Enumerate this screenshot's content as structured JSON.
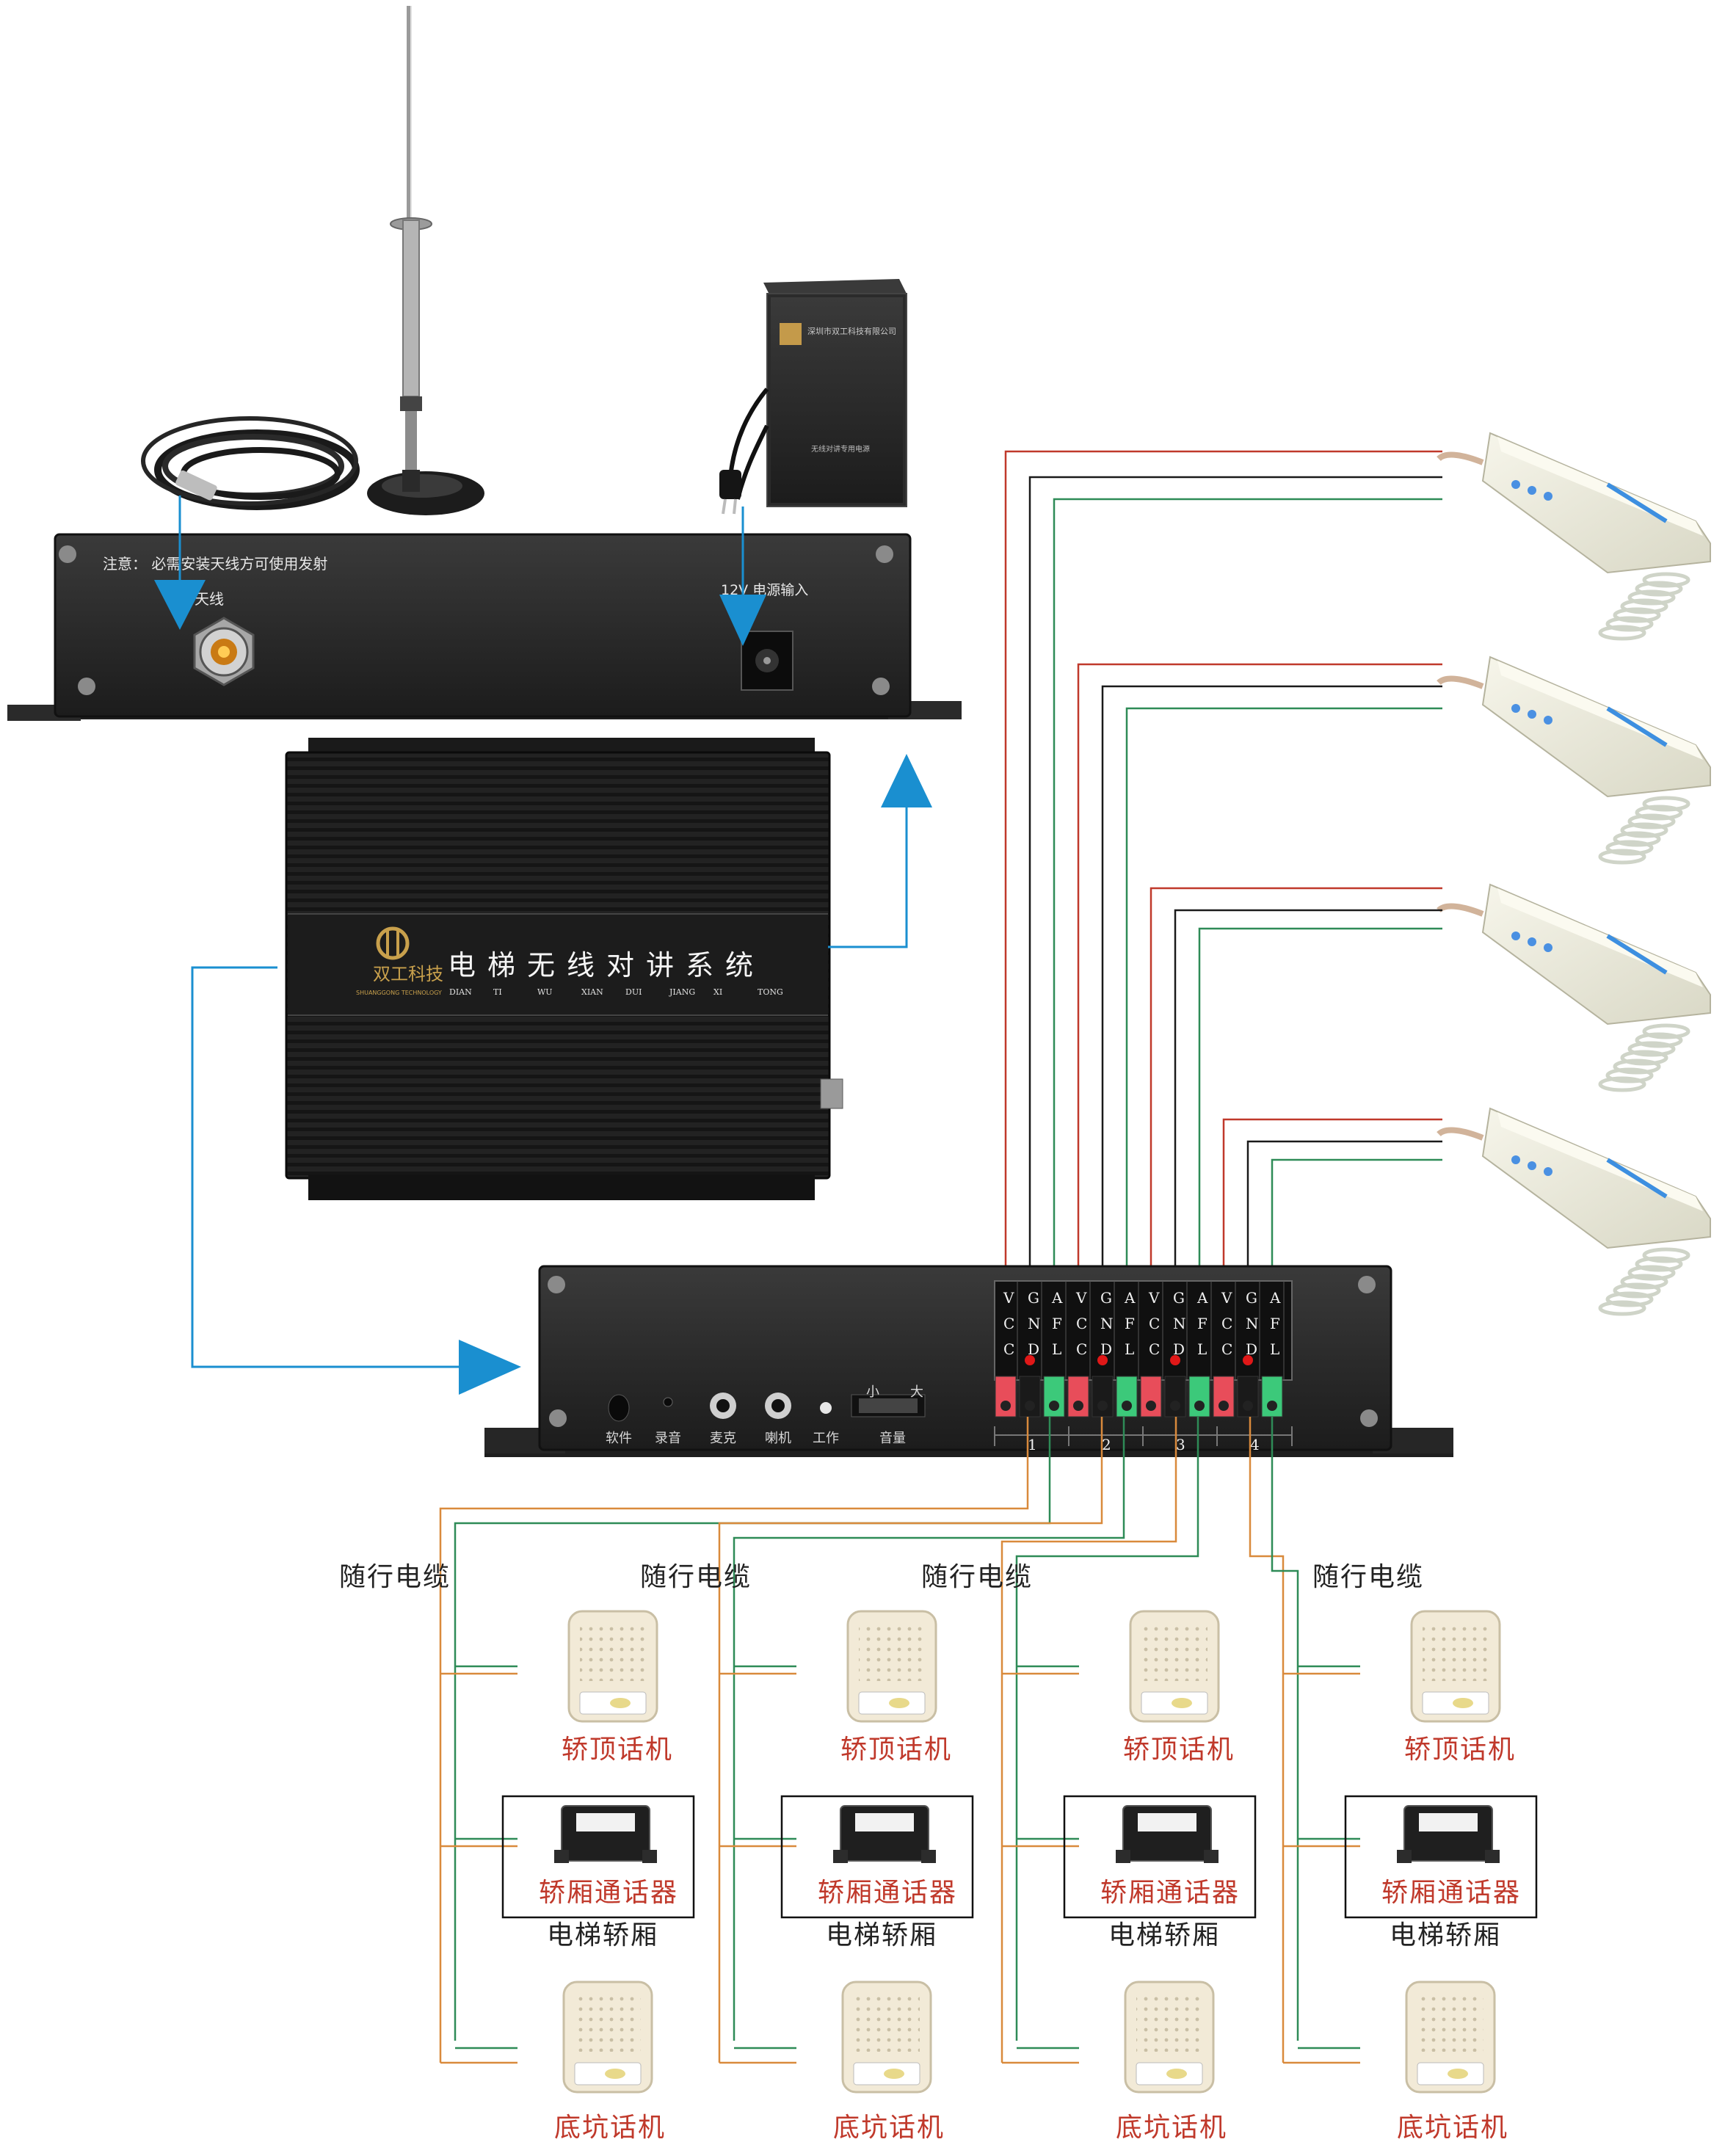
{
  "colors": {
    "red_wire": "#c0392b",
    "black_wire": "#1a1a1a",
    "green_wire": "#2e8b57",
    "orange_wire": "#d98a3c",
    "blue_connector": "#1a8fd0",
    "arrow": "#1a8fd0",
    "device_body": "#2a2a2a",
    "handset": "#efeedd",
    "speaker": "#f2ead7"
  },
  "top_panel": {
    "notice": "注意：  必需安装天线方可使用发射",
    "antenna_label": "天线",
    "power_label": "12V  电源输入"
  },
  "main_unit": {
    "brand": "双工科技",
    "brand_sub": "SHUANGGONG TECHNOLOGY",
    "title": "电梯无线对讲系统",
    "pinyin": [
      "DIAN",
      "TI",
      "WU",
      "XIAN",
      "DUI",
      "JIANG",
      "XI",
      "TONG"
    ]
  },
  "power_adapter": {
    "text": "深圳市双工科技有限公司",
    "text2": "无线对讲专用电源"
  },
  "front_panel": {
    "terminals": [
      "V\nC\nC",
      "G\nN\nD",
      "A\nF\nL"
    ],
    "terminal_letters": [
      [
        "V",
        "C",
        "C"
      ],
      [
        "G",
        "N",
        "D"
      ],
      [
        "A",
        "F",
        "L"
      ]
    ],
    "channel_numbers": [
      "1",
      "2",
      "3",
      "4"
    ],
    "controls": [
      "软件",
      "录音",
      "麦克",
      "喇机",
      "工作"
    ],
    "volume_label": "音量",
    "volume_small": "小",
    "volume_large": "大"
  },
  "labels": {
    "cable": "随行电缆",
    "car_top": "轿顶话机",
    "car_intercom": "轿厢通话器",
    "car": "电梯轿厢",
    "pit": "底坑话机"
  },
  "handsets": [
    {
      "label": ""
    },
    {
      "label": ""
    },
    {
      "label": ""
    },
    {
      "label": ""
    }
  ],
  "columns": [
    {
      "channel": "1"
    },
    {
      "channel": "2"
    },
    {
      "channel": "3"
    },
    {
      "channel": "4"
    }
  ]
}
